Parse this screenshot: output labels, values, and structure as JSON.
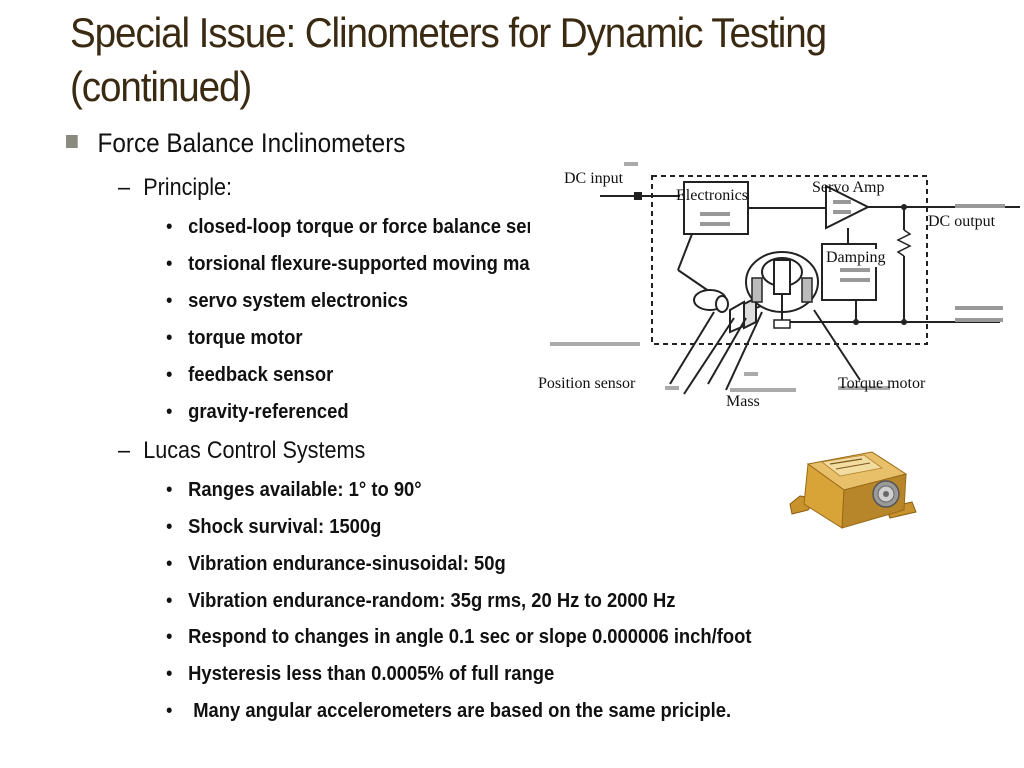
{
  "slide": {
    "title_line1": "Special Issue: Clinometers for Dynamic Testing",
    "title_line2": "(continued)",
    "bullet1": "Force Balance Inclinometers",
    "sub1": {
      "dash": "–",
      "label": "Principle:",
      "items": [
        "closed-loop torque or force balance serv",
        "torsional flexure-supported moving mas",
        "servo system electronics",
        "torque motor",
        "feedback sensor",
        "gravity-referenced"
      ]
    },
    "sub2": {
      "dash": "–",
      "label": "Lucas Control Systems",
      "items": [
        "Ranges available: 1° to 90°",
        "Shock survival: 1500g",
        "Vibration endurance-sinusoidal: 50g",
        "Vibration endurance-random: 35g rms, 20 Hz to 2000 Hz",
        "Respond to changes in angle 0.1 sec or slope 0.000006 inch/foot",
        "Hysteresis less than 0.0005% of full range",
        " Many angular accelerometers are based on the same priciple."
      ]
    },
    "dot": "•"
  },
  "diagram": {
    "dc_input": "DC input",
    "electronics": "Electronics",
    "servo_amp": "Servo Amp",
    "dc_output": "DC output",
    "damping": "Damping",
    "position_sensor": "Position sensor",
    "torque_motor": "Torque motor",
    "mass": "Mass"
  },
  "colors": {
    "title": "#3a2a12",
    "bullet_square": "#8a8a80",
    "device_gold": "#d8a438"
  }
}
